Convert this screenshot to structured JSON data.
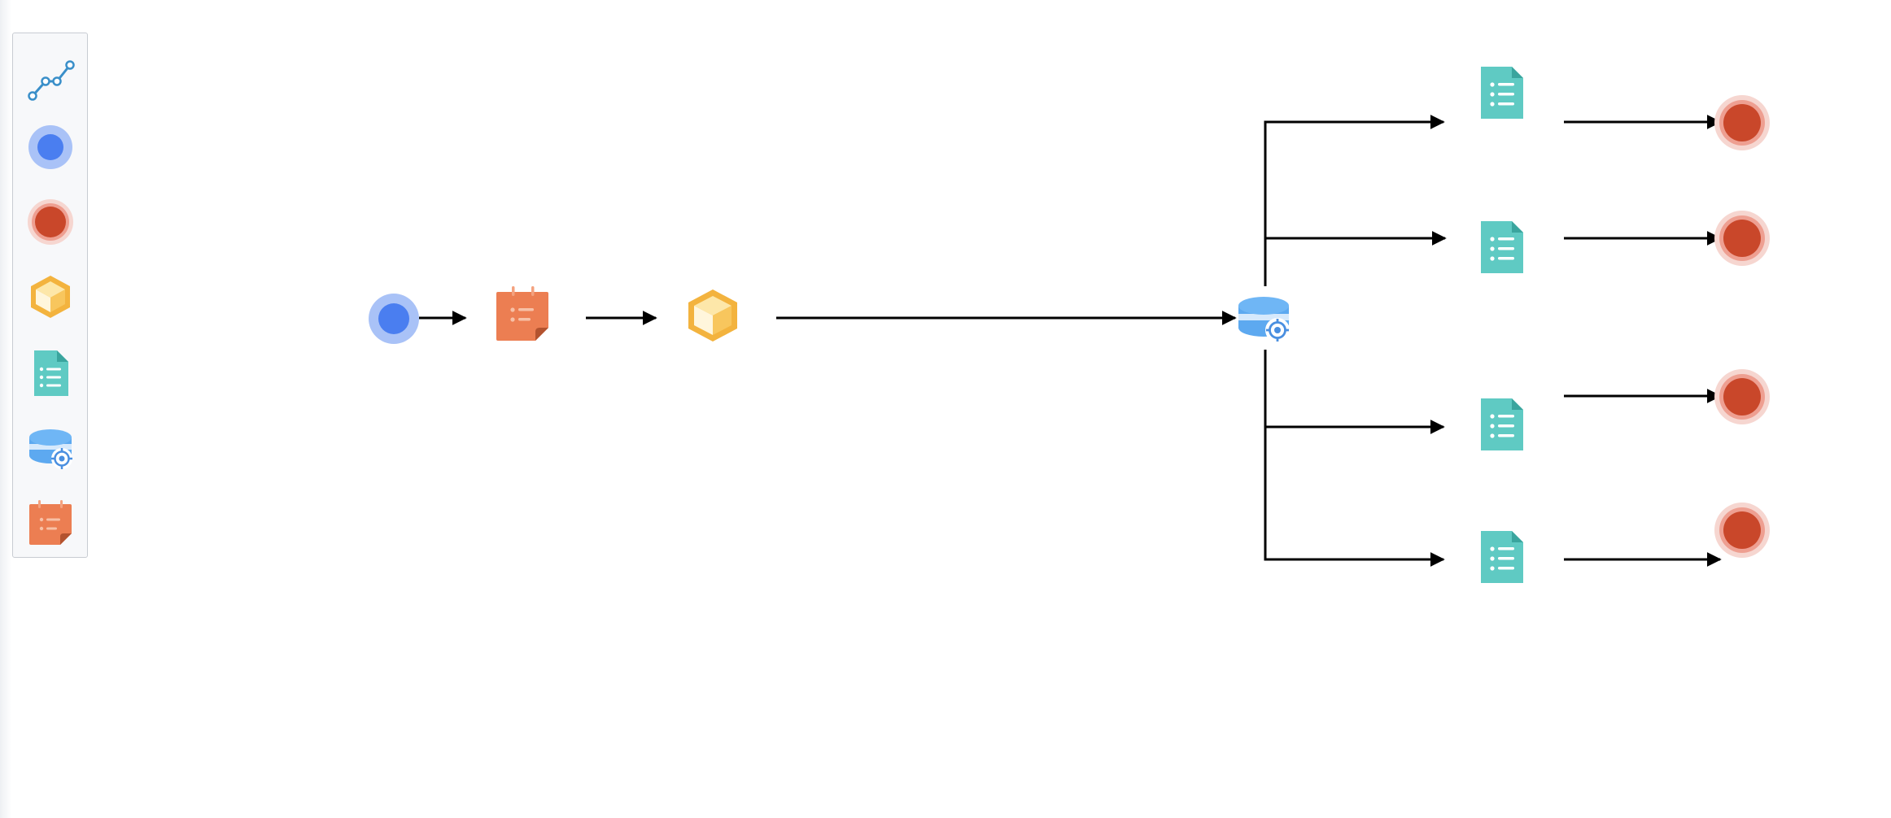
{
  "toolbar": {
    "items": [
      {
        "icon": "connector-tool-icon"
      },
      {
        "icon": "start-event-icon"
      },
      {
        "icon": "end-event-icon"
      },
      {
        "icon": "package-icon"
      },
      {
        "icon": "document-icon"
      },
      {
        "icon": "database-settings-icon"
      },
      {
        "icon": "calendar-task-icon"
      }
    ]
  },
  "diagram": {
    "nodes": [
      {
        "id": "start",
        "icon": "start-event-icon"
      },
      {
        "id": "calendar",
        "icon": "calendar-task-icon"
      },
      {
        "id": "package",
        "icon": "package-icon"
      },
      {
        "id": "database",
        "icon": "database-settings-icon"
      },
      {
        "id": "doc1",
        "icon": "document-icon"
      },
      {
        "id": "doc2",
        "icon": "document-icon"
      },
      {
        "id": "doc3",
        "icon": "document-icon"
      },
      {
        "id": "doc4",
        "icon": "document-icon"
      },
      {
        "id": "end1",
        "icon": "end-event-icon"
      },
      {
        "id": "end2",
        "icon": "end-event-icon"
      },
      {
        "id": "end3",
        "icon": "end-event-icon"
      },
      {
        "id": "end4",
        "icon": "end-event-icon"
      }
    ],
    "edges": [
      {
        "from": "start",
        "to": "calendar"
      },
      {
        "from": "calendar",
        "to": "package"
      },
      {
        "from": "package",
        "to": "database"
      },
      {
        "from": "database",
        "to": "doc1"
      },
      {
        "from": "database",
        "to": "doc2"
      },
      {
        "from": "database",
        "to": "doc3"
      },
      {
        "from": "database",
        "to": "doc4"
      },
      {
        "from": "doc1",
        "to": "end1"
      },
      {
        "from": "doc2",
        "to": "end2"
      },
      {
        "from": "doc3",
        "to": "end3"
      },
      {
        "from": "doc4",
        "to": "end4"
      }
    ]
  },
  "colors": {
    "start_event": "#4a7ef0",
    "start_event_halo": "#a9c2f7",
    "end_event": "#c9472a",
    "end_event_halo": "#f1c3bb",
    "package": "#f3b33e",
    "document": "#5fcac3",
    "database": "#5da9f0",
    "calendar": "#ec7e52",
    "connector": "#3a8fc9",
    "edge": "#000000"
  }
}
